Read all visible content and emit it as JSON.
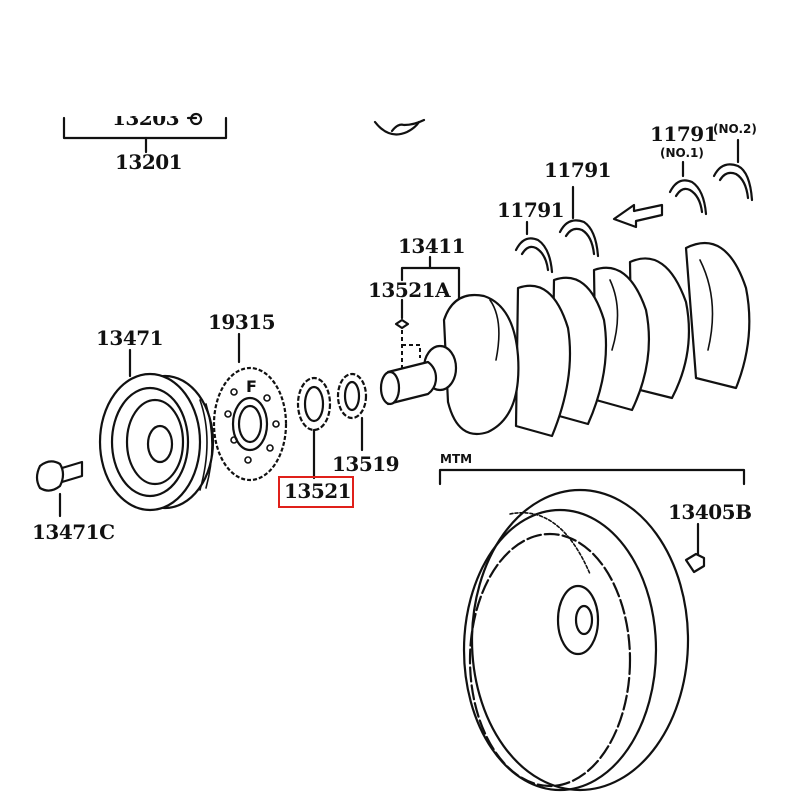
{
  "diagram": {
    "type": "exploded-parts-diagram",
    "highlight_color": "#e0201a",
    "parts": [
      {
        "id": "p13201",
        "number": "13201"
      },
      {
        "id": "p13203",
        "number": "13203"
      },
      {
        "id": "p11791_no1",
        "number": "11791",
        "note": "(NO.1)"
      },
      {
        "id": "p11791_no2",
        "number": "",
        "note": "(NO.2)"
      },
      {
        "id": "p11791_a",
        "number": "11791"
      },
      {
        "id": "p11791_b",
        "number": "11791"
      },
      {
        "id": "p13411",
        "number": "13411"
      },
      {
        "id": "p13521a",
        "number": "13521A"
      },
      {
        "id": "p13471",
        "number": "13471"
      },
      {
        "id": "p19315",
        "number": "19315"
      },
      {
        "id": "p13519",
        "number": "13519"
      },
      {
        "id": "p13521",
        "number": "13521",
        "highlighted": true
      },
      {
        "id": "p13471c",
        "number": "13471C"
      },
      {
        "id": "p13405b",
        "number": "13405B"
      }
    ],
    "group_label": "MTM",
    "sprocket_mark": "F"
  }
}
